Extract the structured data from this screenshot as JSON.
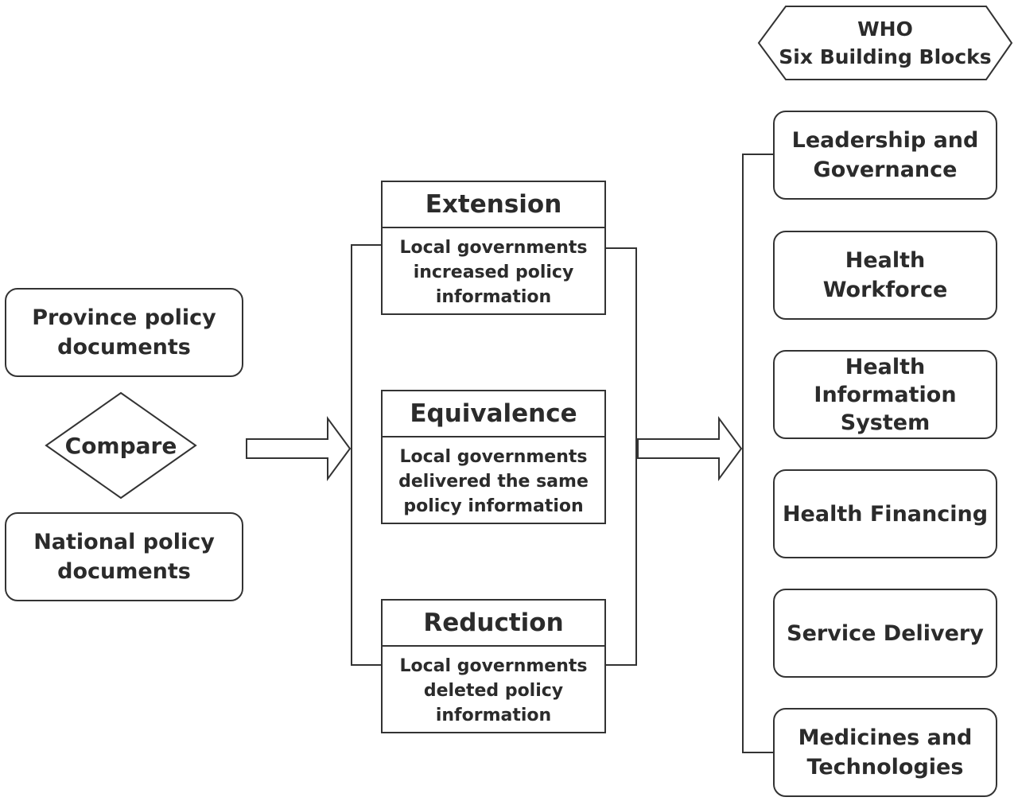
{
  "inputs": {
    "province": "Province policy documents",
    "compare": "Compare",
    "national": "National policy documents"
  },
  "categories": [
    {
      "title": "Extension",
      "desc": "Local governments increased policy information"
    },
    {
      "title": "Equivalence",
      "desc": "Local governments delivered the same policy information"
    },
    {
      "title": "Reduction",
      "desc": "Local governments deleted policy information"
    }
  ],
  "who": {
    "title_line1": "WHO",
    "title_line2": "Six Building Blocks"
  },
  "blocks": [
    "Leadership and Governance",
    "Health Workforce",
    "Health Information System",
    "Health Financing",
    "Service Delivery",
    "Medicines and Technologies"
  ],
  "colors": {
    "stroke": "#333333",
    "fill": "#ffffff",
    "text": "#2b2b2b"
  }
}
